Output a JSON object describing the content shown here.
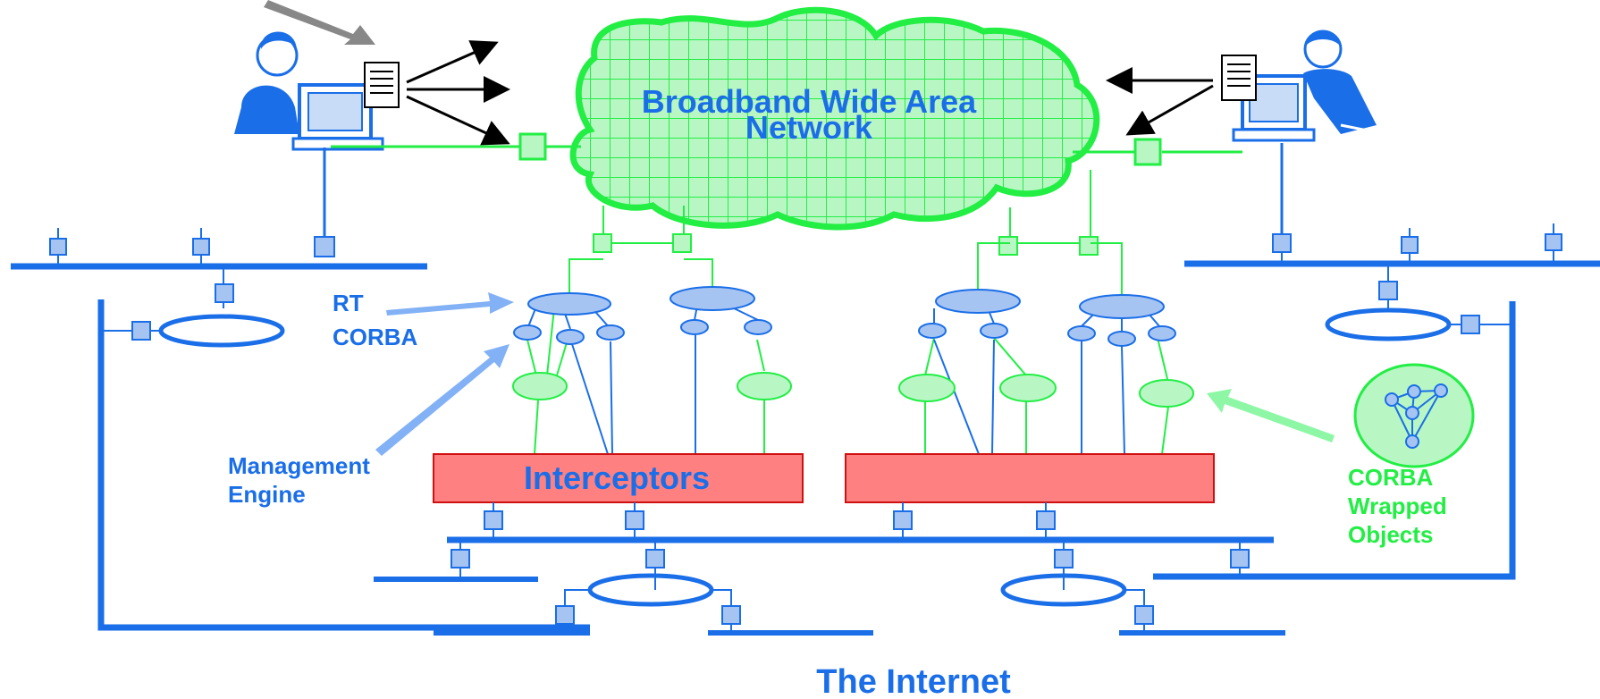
{
  "labels": {
    "cloud_title": "Broadband Wide Area",
    "cloud_subtitle": "Network",
    "rt_line1": "RT",
    "rt_line2": "CORBA",
    "mgmt_line1": "Management",
    "mgmt_line2": "Engine",
    "interceptors": "Interceptors",
    "corba_line1": "CORBA",
    "corba_line2": "Wrapped",
    "corba_line3": "Objects",
    "internet": "The Internet"
  },
  "colors": {
    "network_blue": "#1a6ee8",
    "label_blue": "#1a6ee8",
    "node_fill": "#a6c4f2",
    "green": "#22ee44",
    "green_fill": "#b8f7c4",
    "green_label": "#22ee44",
    "interceptor_fill": "#ff8080",
    "interceptor_stroke": "#d01010",
    "arrow_light_blue": "#82b1f5",
    "arrow_light_green": "#8ef7a6",
    "arrow_gray": "#888888",
    "black": "#000000"
  },
  "icons": [
    "person-at-computer-icon",
    "document-scroll-icon",
    "businessman-at-computer-icon",
    "corba-object-network-icon"
  ]
}
